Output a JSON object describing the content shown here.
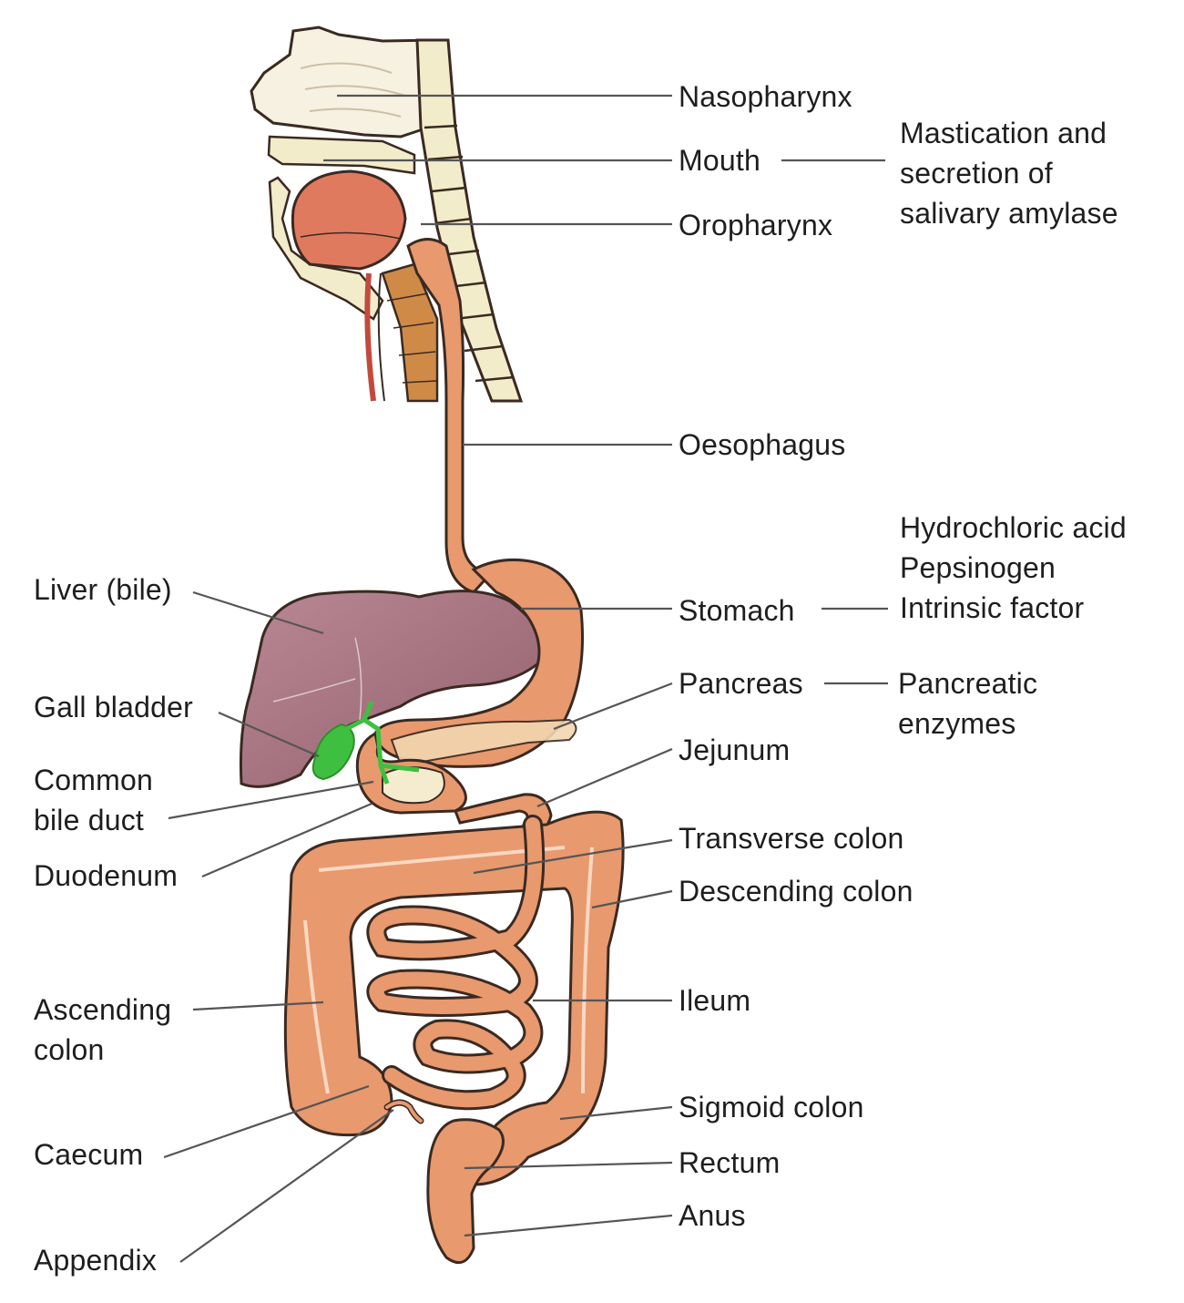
{
  "labels": {
    "nasopharynx": "Nasopharynx",
    "mouth": "Mouth",
    "oropharynx": "Oropharynx",
    "oesophagus": "Oesophagus",
    "stomach": "Stomach",
    "pancreas": "Pancreas",
    "jejunum": "Jejunum",
    "transverse_colon": "Transverse colon",
    "descending_colon": "Descending colon",
    "ileum": "Ileum",
    "sigmoid_colon": "Sigmoid colon",
    "rectum": "Rectum",
    "anus": "Anus",
    "liver": "Liver (bile)",
    "gall_bladder": "Gall bladder",
    "common_bile_duct": [
      "Common",
      "bile duct"
    ],
    "duodenum": "Duodenum",
    "ascending_colon": [
      "Ascending",
      "colon"
    ],
    "caecum": "Caecum",
    "appendix": "Appendix"
  },
  "functions": {
    "mouth": [
      "Mastication and",
      "secretion of",
      "salivary amylase"
    ],
    "stomach": [
      "Hydrochloric acid",
      "Pepsinogen",
      "Intrinsic factor"
    ],
    "pancreas": [
      "Pancreatic",
      "enzymes"
    ]
  },
  "colors": {
    "gut": "#e8996e",
    "gut_stroke": "#3a2a22",
    "liver": "#a8717e",
    "gall_bladder": "#3fbf3f",
    "tongue": "#e07a5f",
    "bone": "#f3ecca",
    "trachea": "#d08a48",
    "leader": "#555555"
  }
}
